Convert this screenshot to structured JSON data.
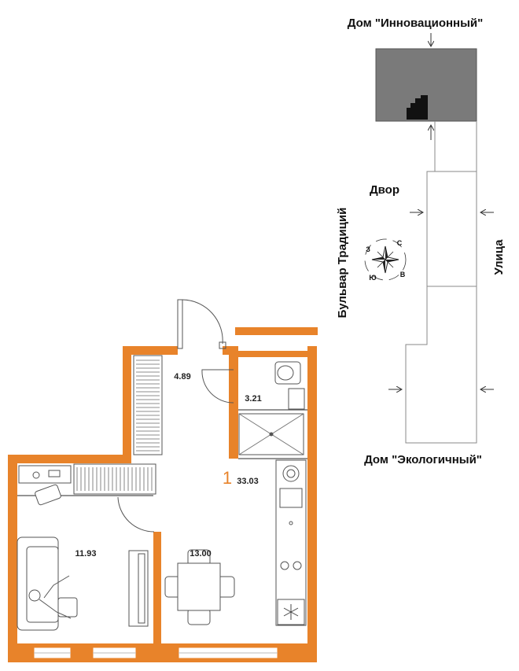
{
  "site_plan": {
    "top_building": "Дом \"Инновационный\"",
    "bottom_building": "Дом \"Экологичный\"",
    "courtyard": "Двор",
    "street": "Улица",
    "boulevard": "Бульвар Традиций",
    "compass": {
      "north": "С",
      "east": "В",
      "south": "Ю",
      "west": "З"
    }
  },
  "apartment": {
    "number": "1",
    "total_area": "33.03",
    "rooms": [
      {
        "id": "hall",
        "area": "4.89"
      },
      {
        "id": "bathroom",
        "area": "3.21"
      },
      {
        "id": "bedroom",
        "area": "11.93"
      },
      {
        "id": "kitchen-living",
        "area": "13.00"
      }
    ]
  },
  "colors": {
    "wall": "#E8832A",
    "highlight_block": "#7a7a7a",
    "apartment_marker": "#111111",
    "line": "#555555"
  }
}
